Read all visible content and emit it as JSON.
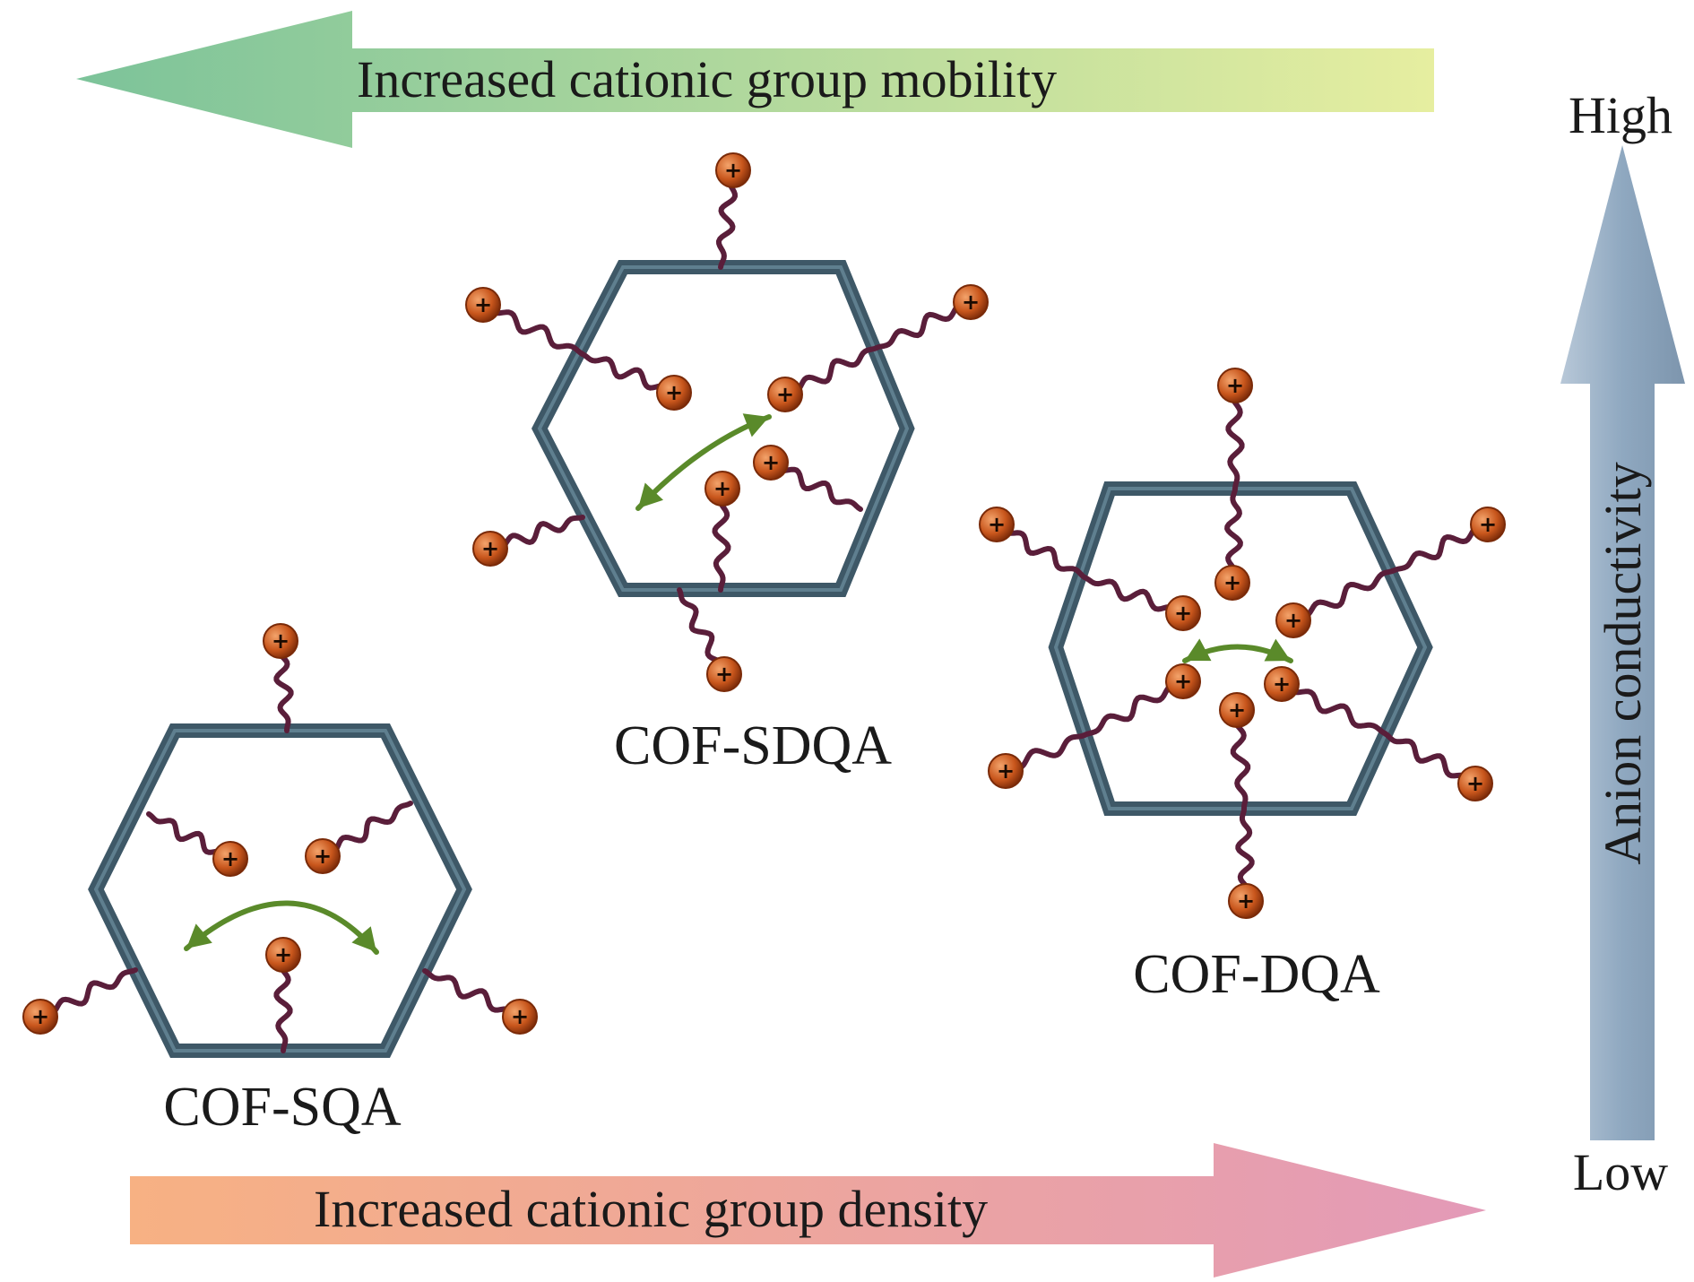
{
  "colors": {
    "framework": "#3e5867",
    "framework_highlight": "#5f7f8f",
    "chain": "#5a1e3a",
    "ion": "#c8561c",
    "ion_dark": "#7a2a08",
    "motion_arrow": "#5a8a2a",
    "mobility_arrow_start": "#7cc39a",
    "mobility_arrow_end": "#e6eea0",
    "density_arrow_start": "#f7b183",
    "density_arrow_end": "#e39ab8",
    "conductivity_arrow": "#8fa8c0"
  },
  "arrows": {
    "mobility": "Increased cationic group mobility",
    "density": "Increased cationic group density",
    "conductivity": "Anion conductivity",
    "high": "High",
    "low": "Low"
  },
  "ion_symbol": "+",
  "structures": [
    {
      "id": "sqa",
      "name": "COF-SQA"
    },
    {
      "id": "sdqa",
      "name": "COF-SDQA"
    },
    {
      "id": "dqa",
      "name": "COF-DQA"
    }
  ]
}
